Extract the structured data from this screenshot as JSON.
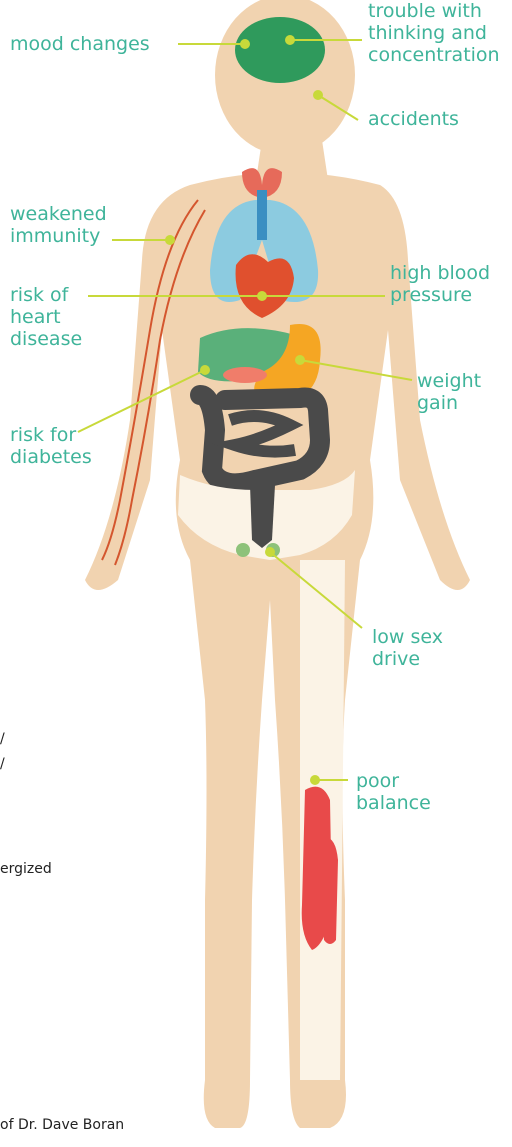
{
  "labels": {
    "mood": "mood changes",
    "thinking": "trouble with\nthinking and\nconcentration",
    "accidents": "accidents",
    "immunity": "weakened\nimmunity",
    "heart": "risk of\nheart\ndisease",
    "bp": "high blood\npressure",
    "weight": "weight\ngain",
    "diabetes": "risk for\ndiabetes",
    "sex": "low sex\ndrive",
    "balance": "poor\nbalance"
  },
  "fragments": {
    "slash1": "/",
    "slash2": "/",
    "ergized": "ergized",
    "credit": "of Dr. Dave Boran"
  },
  "colors": {
    "label": "#3fb49a",
    "leader": "#c8d93a",
    "skin": "#f1d3b0",
    "brain": "#2f9a5c",
    "lungs": "#8ccbe0",
    "heart": "#e0502e",
    "liver": "#5ab07a",
    "stomach": "#f5a623",
    "intestine": "#4a4a4a",
    "muscle": "#e84a4a",
    "bone": "#fbf3e6",
    "nerve": "#d4562e"
  }
}
